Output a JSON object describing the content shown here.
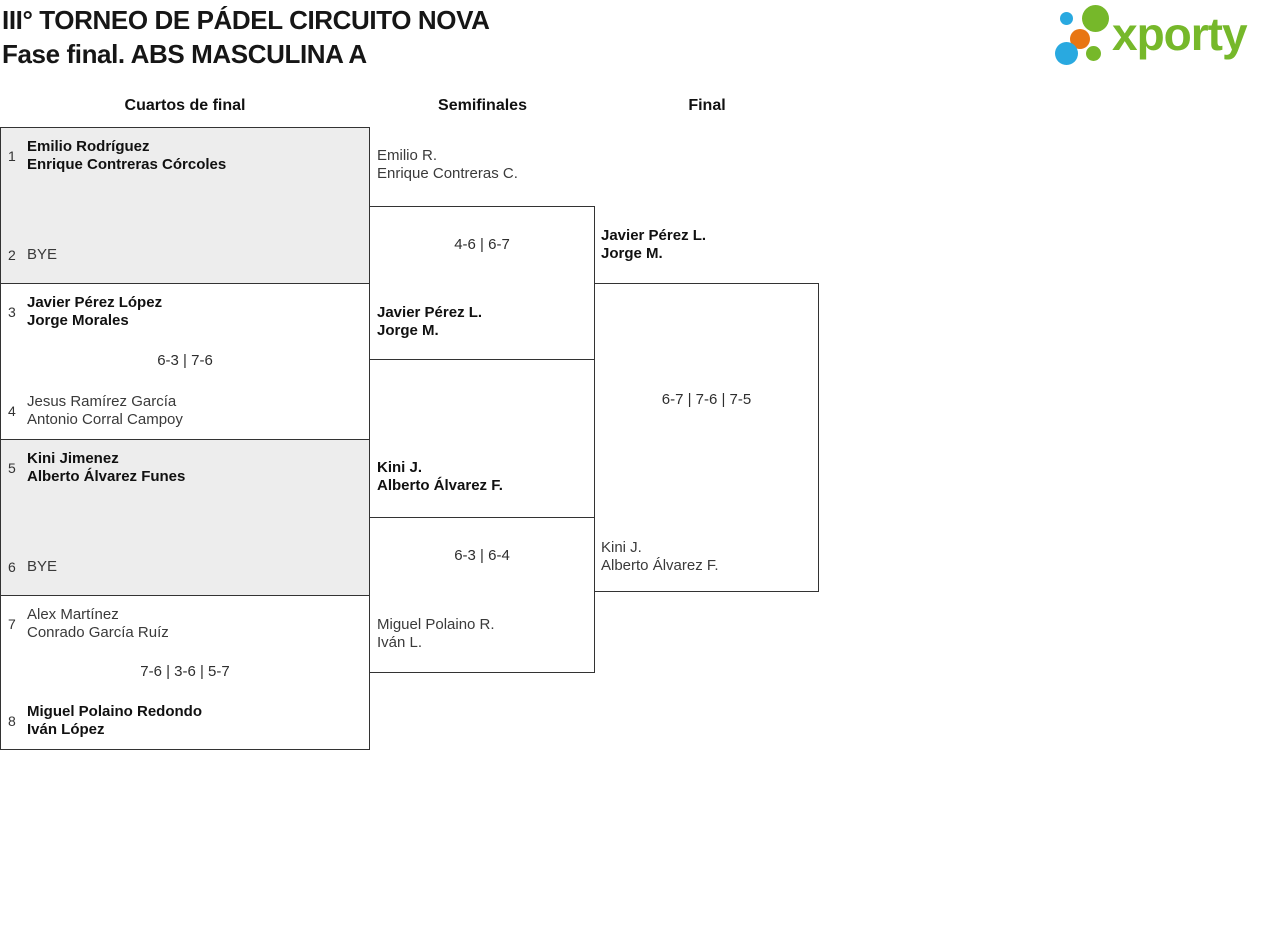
{
  "header": {
    "title_line1": "III° TORNEO DE PÁDEL CIRCUITO NOVA",
    "title_line2": "Fase final. ABS MASCULINA A",
    "logo_text": "xporty"
  },
  "columns": [
    {
      "label": "Cuartos de final"
    },
    {
      "label": "Semifinales"
    },
    {
      "label": "Final"
    }
  ],
  "bracket": {
    "quarterfinals": [
      {
        "top": {
          "seed": "1",
          "line1": "Emilio Rodríguez",
          "line2": "Enrique Contreras Córcoles",
          "winner": true
        },
        "score": "",
        "bottom": {
          "seed": "2",
          "line1": "BYE",
          "line2": "",
          "winner": false
        }
      },
      {
        "top": {
          "seed": "3",
          "line1": "Javier Pérez López",
          "line2": "Jorge Morales",
          "winner": true
        },
        "score": "6-3 | 7-6",
        "bottom": {
          "seed": "4",
          "line1": "Jesus Ramírez García",
          "line2": "Antonio Corral Campoy",
          "winner": false
        }
      },
      {
        "top": {
          "seed": "5",
          "line1": "Kini Jimenez",
          "line2": "Alberto Álvarez Funes",
          "winner": true
        },
        "score": "",
        "bottom": {
          "seed": "6",
          "line1": "BYE",
          "line2": "",
          "winner": false
        }
      },
      {
        "top": {
          "seed": "7",
          "line1": "Alex Martínez",
          "line2": "Conrado García Ruíz",
          "winner": false
        },
        "score": "7-6 | 3-6 | 5-7",
        "bottom": {
          "seed": "8",
          "line1": "Miguel Polaino Redondo",
          "line2": "Iván López",
          "winner": true
        }
      }
    ],
    "semifinals": [
      {
        "top": {
          "line1": "Emilio R.",
          "line2": "Enrique Contreras C.",
          "winner": false
        },
        "score": "4-6 | 6-7",
        "bottom": {
          "line1": "Javier Pérez L.",
          "line2": "Jorge M.",
          "winner": true
        }
      },
      {
        "top": {
          "line1": "Kini J.",
          "line2": "Alberto Álvarez F.",
          "winner": true
        },
        "score": "6-3 | 6-4",
        "bottom": {
          "line1": "Miguel Polaino R.",
          "line2": "Iván L.",
          "winner": false
        }
      }
    ],
    "final": {
      "top": {
        "line1": "Javier Pérez L.",
        "line2": "Jorge M.",
        "winner": true
      },
      "score": "6-7 | 7-6 | 7-5",
      "bottom": {
        "line1": "Kini J.",
        "line2": "Alberto Álvarez F.",
        "winner": false
      }
    }
  },
  "colors": {
    "logo_green": "#76b82a",
    "logo_blue": "#29a9e0",
    "logo_orange": "#e87613",
    "box_gray": "#ededed",
    "border": "#333333"
  }
}
